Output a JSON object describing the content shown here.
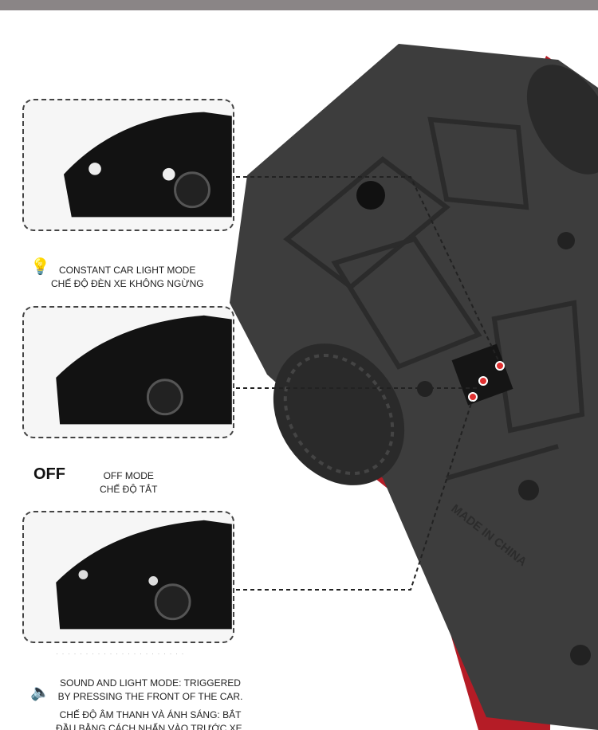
{
  "modes": [
    {
      "icon": "lightbulb-icon",
      "line1": "CONSTANT CAR LIGHT MODE",
      "line2": "CHẾ ĐỘ ĐÈN XE KHÔNG NGỪNG"
    },
    {
      "big": "OFF",
      "line1": "OFF MODE",
      "line2": "CHẾ ĐỘ TẮT"
    },
    {
      "icon": "speaker-icon",
      "line1": "SOUND AND LIGHT MODE: TRIGGERED",
      "line1b": "BY PRESSING THE FRONT OF THE CAR.",
      "line2": "CHẾ ĐỘ ÂM THANH VÀ ÁNH SÁNG: BẮT",
      "line2b": "ĐẦU BẰNG CÁCH NHẤN VÀO TRƯỚC XE."
    }
  ],
  "underside_text": "MADE IN CHINA",
  "colors": {
    "car_body": "#111111",
    "chassis": "#3d3d3d",
    "trim": "#c0202a",
    "indicator": "#e03030"
  }
}
